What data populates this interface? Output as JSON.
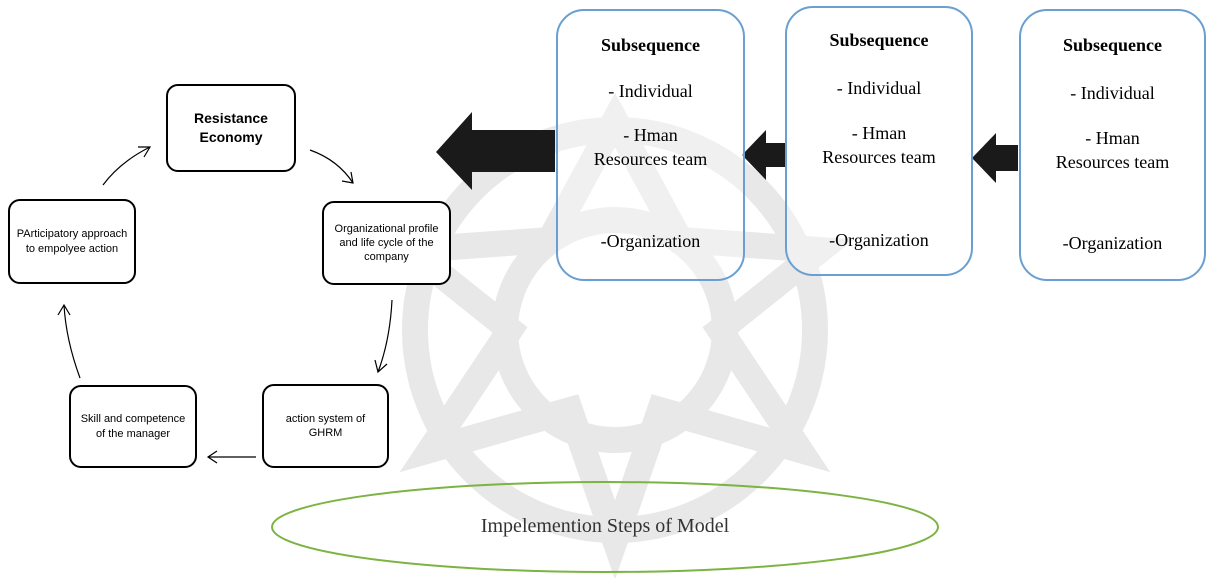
{
  "cycle": {
    "resistance_economy": "Resistance Economy",
    "organizational_profile": "Organizational profile and life cycle of the company",
    "action_system": "action system of GHRM",
    "skill_competence": "Skill and competence of the manager",
    "participatory_approach": "PArticipatory approach to empolyee action"
  },
  "subsequence_boxes": [
    {
      "title": "Subsequence",
      "individual": "- Individual",
      "hr_team": "- Hman Resources team",
      "organization": "-Organization"
    },
    {
      "title": "Subsequence",
      "individual": "- Individual",
      "hr_team": "- Hman Resources team",
      "organization": "-Organization"
    },
    {
      "title": "Subsequence",
      "individual": "- Individual",
      "hr_team": "- Hman Resources team",
      "organization": "-Organization"
    }
  ],
  "caption": "Impelemention Steps of Model",
  "colors": {
    "subsequence_border": "#6a9fd1",
    "ellipse_border": "#7cb342",
    "arrow_fill": "#1a1a1a",
    "watermark": "#e6e6e6"
  }
}
